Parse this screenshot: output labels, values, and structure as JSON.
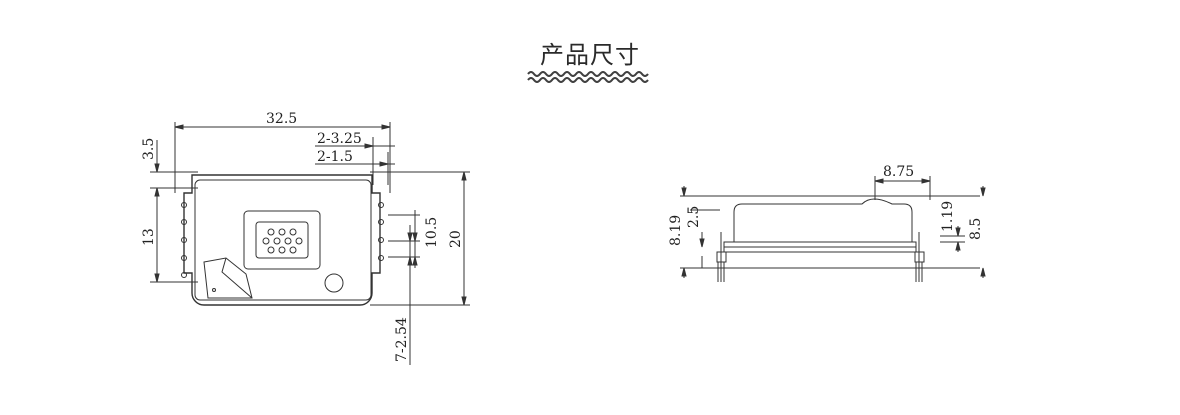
{
  "header": {
    "title": "产品尺寸"
  },
  "colors": {
    "line": "#333333",
    "wave": "#404040",
    "title": "#2a2a2a"
  },
  "top_view": {
    "dims": {
      "width": "32.5",
      "hole_dia": "2-3.25",
      "hole_dia2": "2-1.5",
      "offset": "3.5",
      "pin_span": "13",
      "inner_span": "10.5",
      "height": "20",
      "pin_pitch": "7-2.54"
    }
  },
  "side_view": {
    "dims": {
      "window": "8.75",
      "total_height": "8.19",
      "body_height": "2.5",
      "bump": "1.19",
      "right_height": "8.5"
    }
  }
}
